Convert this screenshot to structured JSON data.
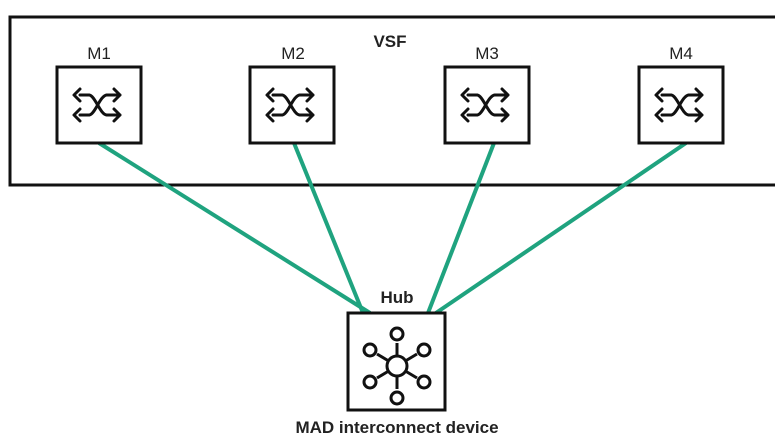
{
  "vsf": {
    "label": "VSF",
    "members": [
      {
        "label": "M1",
        "icon": "switch-icon"
      },
      {
        "label": "M2",
        "icon": "switch-icon"
      },
      {
        "label": "M3",
        "icon": "switch-icon"
      },
      {
        "label": "M4",
        "icon": "switch-icon"
      }
    ]
  },
  "hub": {
    "label": "Hub",
    "icon": "hub-icon",
    "caption": "MAD interconnect device"
  },
  "colors": {
    "link": "#1fa37f",
    "stroke": "#111111",
    "text": "#222222"
  }
}
